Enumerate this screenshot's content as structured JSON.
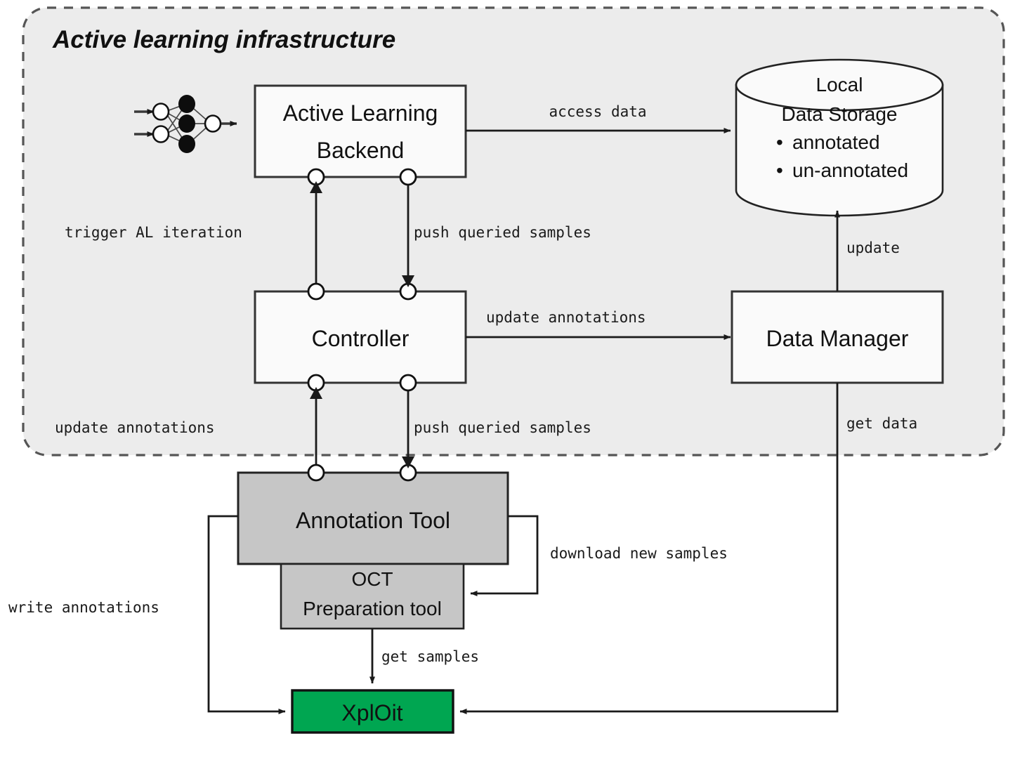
{
  "diagram": {
    "group": {
      "title": "Active learning infrastructure"
    },
    "nodes": {
      "al_backend": {
        "line1": "Active Learning",
        "line2": "Backend"
      },
      "controller": {
        "label": "Controller"
      },
      "data_manager": {
        "label": "Data Manager"
      },
      "local_storage": {
        "line1": "Local",
        "line2": "Data Storage",
        "bullet1": "annotated",
        "bullet2": "un-annotated"
      },
      "annotation_tool": {
        "label": "Annotation Tool"
      },
      "oct_tool": {
        "line1": "OCT",
        "line2": "Preparation tool"
      },
      "xploit": {
        "label": "XplOit"
      }
    },
    "edges": {
      "access_data": "access data",
      "trigger_al_iteration": "trigger AL iteration",
      "push_queried_samples_top": "push queried samples",
      "update": "update",
      "update_annotations_right": "update annotations",
      "update_annotations_left": "update annotations",
      "push_queried_samples_bottom": "push queried samples",
      "get_data": "get data",
      "download_new_samples": "download new samples",
      "write_annotations": "write annotations",
      "get_samples": "get samples"
    },
    "icons": {
      "neural_network": "neural-network-icon"
    },
    "colors": {
      "group_fill": "#ececec",
      "group_border": "#666666",
      "node_fill": "#fafafa",
      "node_border": "#333333",
      "tool_fill": "#c6c6c6",
      "xploit_fill": "#00a651",
      "line": "#1a1a1a"
    }
  }
}
